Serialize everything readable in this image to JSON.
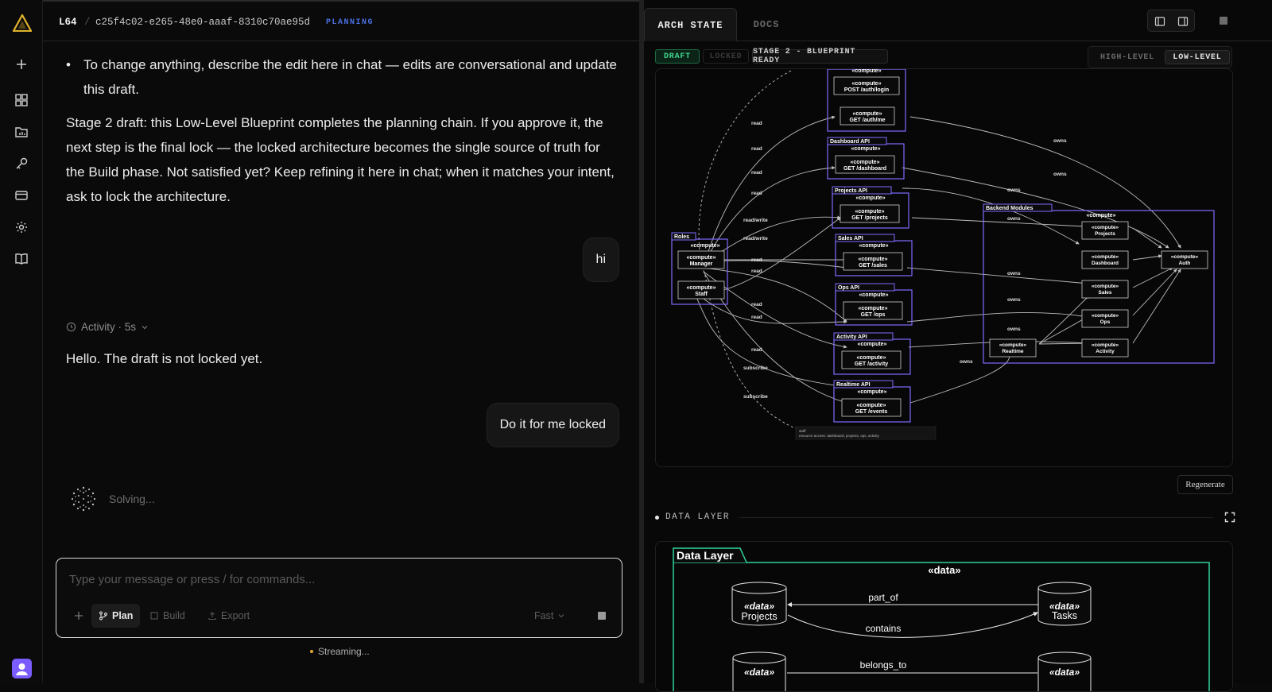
{
  "colors": {
    "accent_gold": "#e0b22c",
    "planning_blue": "#4a6fe0",
    "draft_green": "#3dd68c",
    "diagram_purple": "#7d6cff",
    "data_green": "#2fd39a"
  },
  "rail": {
    "icons": [
      "logo-icon",
      "plus-icon",
      "grid-icon",
      "folder-chart-icon",
      "key-icon",
      "card-icon",
      "gear-icon",
      "book-icon",
      "avatar"
    ]
  },
  "header": {
    "project": "L64",
    "separator": "/",
    "session_id": "c25f4c02-e265-48e0-aaaf-8310c70ae95d",
    "status": "PLANNING"
  },
  "chat": {
    "bullet": "To change anything, describe the edit here in chat — edits are conversational and update this draft.",
    "paragraph": "Stage 2 draft: this Low-Level Blueprint completes the planning chain. If you approve it, the next step is the final lock — the locked architecture becomes the single source of truth for the Build phase. Not satisfied yet? Keep refining it here in chat; when it matches your intent, ask to lock the architecture.",
    "user_msg_1": "hi",
    "activity": "Activity · 5s",
    "assistant_msg": "Hello. The draft is not locked yet.",
    "user_msg_2": "Do it for me locked",
    "solving": "Solving..."
  },
  "composer": {
    "placeholder": "Type your message or press / for commands...",
    "plan": "Plan",
    "build": "Build",
    "export": "Export",
    "speed": "Fast",
    "streaming": "Streaming..."
  },
  "panel": {
    "tab_arch": "ARCH STATE",
    "tab_docs": "DOCS",
    "draft": "DRAFT",
    "locked": "LOCKED",
    "stage": "STAGE 2 - BLUEPRINT READY",
    "high": "HIGH-LEVEL",
    "low": "LOW-LEVEL",
    "regenerate": "Regenerate",
    "data_layer": "DATA LAYER"
  },
  "diagram": {
    "stereotype": "«compute»",
    "top_nodes": [
      "POST /auth/login",
      "GET /auth/me"
    ],
    "groups": [
      {
        "name": "Dashboard API",
        "node": "GET /dashboard"
      },
      {
        "name": "Projects API",
        "node": "GET /projects"
      },
      {
        "name": "Sales API",
        "node": "GET /sales"
      },
      {
        "name": "Ops API",
        "node": "GET /ops"
      },
      {
        "name": "Activity API",
        "node": "GET /activity"
      },
      {
        "name": "Realtime API",
        "node": "GET /events"
      }
    ],
    "roles": {
      "name": "Roles",
      "manager": "Manager",
      "staff": "Staff"
    },
    "backend": {
      "name": "Backend Modules",
      "nodes": [
        "Projects",
        "Dashboard",
        "Sales",
        "Ops",
        "Activity",
        "Realtime",
        "Auth"
      ]
    },
    "edge_labels": {
      "read": "read",
      "readwrite": "read/write",
      "subscribe": "subscribe",
      "owns": "owns"
    },
    "note_1": "staff",
    "note_2": "resource access: dashboard, projects, ops, activity"
  },
  "data_layer": {
    "title": "Data Layer",
    "stereotype": "«data»",
    "entities": [
      "Projects",
      "Tasks"
    ],
    "relations": [
      "part_of",
      "contains",
      "belongs_to"
    ]
  }
}
